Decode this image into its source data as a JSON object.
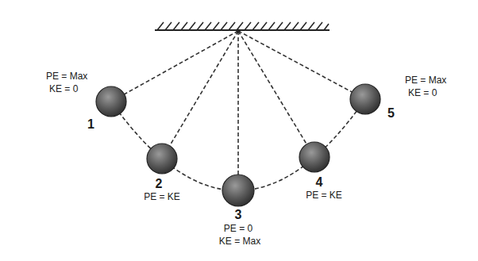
{
  "diagram": {
    "labels": [
      "PE = Max",
      "KE = 0",
      "1",
      "2",
      "PE = KE",
      "3",
      "PE = 0",
      "KE = Max",
      "4",
      "PE = KE",
      "5",
      "PE = Max",
      "KE = 0"
    ]
  }
}
